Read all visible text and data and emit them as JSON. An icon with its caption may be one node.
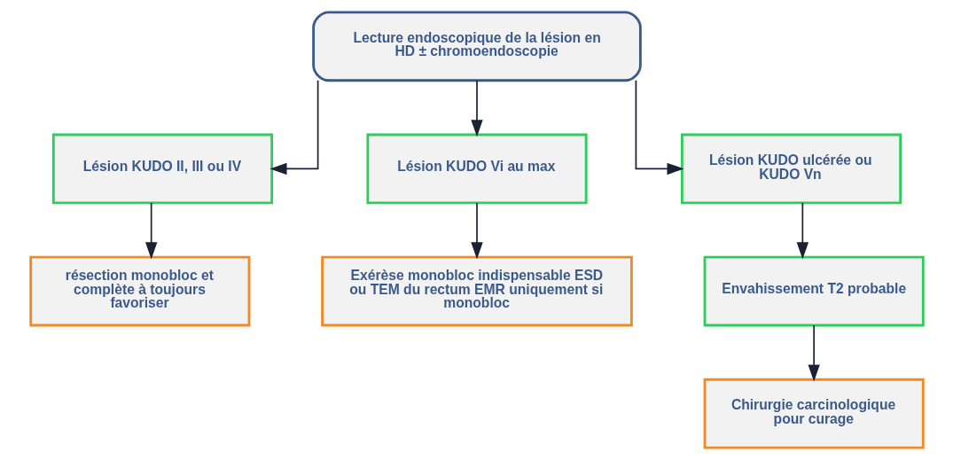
{
  "diagram": {
    "nodes": [
      {
        "text": [
          "Lecture endoscopique de la lésion en HD ± chromoendoscopie"
        ]
      },
      {
        "text": [
          "Lésion KUDO II, III ou IV"
        ]
      },
      {
        "text": [
          "Lésion KUDO Vi au max"
        ]
      },
      {
        "text": [
          "Lésion KUDO ulcérée ou KUDO Vn"
        ]
      },
      {
        "text": [
          "résection monobloc et complète à toujours favoriser"
        ]
      },
      {
        "text": [
          "Exérèse monobloc indispensable ESD ou TEM du rectum EMR uniquement si monobloc"
        ]
      },
      {
        "text": [
          "Envahissement T2 probable"
        ]
      },
      {
        "text": [
          "Chirurgie carcinologique pour curage"
        ]
      }
    ],
    "edges": [
      {
        "from": 0,
        "to": 1,
        "arrow": "to"
      },
      {
        "from": 0,
        "to": 2,
        "arrow": "to"
      },
      {
        "from": 0,
        "to": 3,
        "arrow": "to"
      },
      {
        "from": 1,
        "to": 4,
        "arrow": "to"
      },
      {
        "from": 2,
        "to": 5,
        "arrow": "to"
      },
      {
        "from": 3,
        "to": 6,
        "arrow": "to"
      },
      {
        "from": 6,
        "to": 7,
        "arrow": "to"
      }
    ]
  }
}
